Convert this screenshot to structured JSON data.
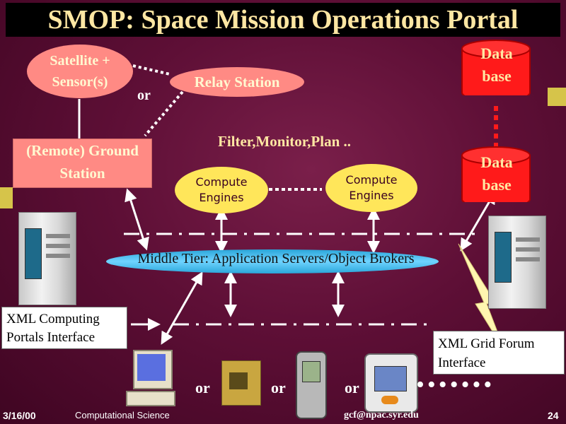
{
  "title": "SMOP: Space Mission Operations Portal",
  "nodes": {
    "satellite": "Satellite + Sensor(s)",
    "relay": "Relay Station",
    "ground": "(Remote) Ground Station",
    "or_top": "or",
    "filter": "Filter,Monitor,Plan ..",
    "compute1": "Compute Engines",
    "compute2": "Compute Engines",
    "db_top": "Data base",
    "db_mid": "Data base",
    "middle_tier": "Middle Tier: Application Servers/Object Brokers",
    "xml_portal": "XML Computing Portals Interface",
    "xml_grid": "XML Grid Forum Interface",
    "or1": "or",
    "or2": "or",
    "or3": "or"
  },
  "footer": {
    "date": "3/16/00",
    "dept": "Computational Science",
    "email": "gcf@npac.syr.edu",
    "page": "24"
  },
  "colors": {
    "title_text": "#ffe7a3",
    "oval": "#ffe65a",
    "salmon": "#ff8a84",
    "db_red": "#ff1a1a",
    "band": "#56c7f5"
  }
}
